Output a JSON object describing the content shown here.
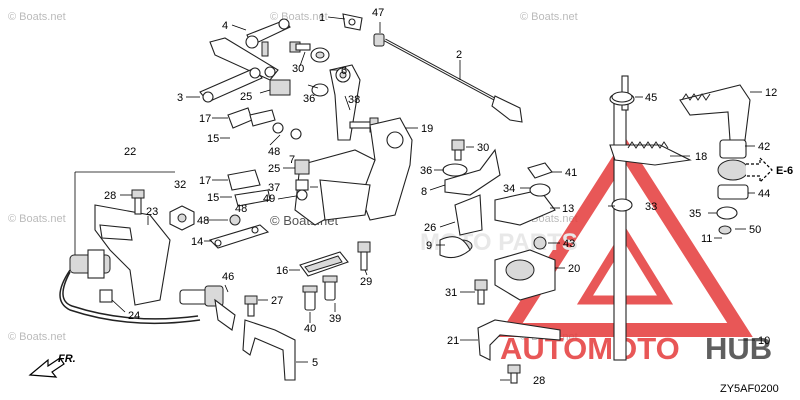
{
  "watermarks": [
    "© Boats.net",
    "© Boats.net",
    "© Boats.net",
    "© Boats.net",
    "© Boats.net",
    "© Boats.net",
    "© Boats.net",
    "© Boats.net"
  ],
  "callouts": [
    "1",
    "2",
    "3",
    "4",
    "5",
    "6",
    "7",
    "8",
    "9",
    "10",
    "11",
    "12",
    "13",
    "14",
    "15",
    "15",
    "16",
    "17",
    "17",
    "18",
    "19",
    "20",
    "21",
    "22",
    "23",
    "24",
    "25",
    "25",
    "26",
    "27",
    "28",
    "28",
    "29",
    "30",
    "30",
    "31",
    "32",
    "33",
    "34",
    "35",
    "36",
    "36",
    "37",
    "38",
    "39",
    "40",
    "41",
    "42",
    "43",
    "44",
    "45",
    "46",
    "47",
    "48",
    "48",
    "48",
    "49",
    "50"
  ],
  "ref_label": "E-6",
  "direction_label": "FR.",
  "diagram_code": "ZY5AF0200",
  "logo": {
    "text_a": "AUTOMOTO",
    "text_b": "HUB",
    "faint": "MOTO PARTS"
  }
}
